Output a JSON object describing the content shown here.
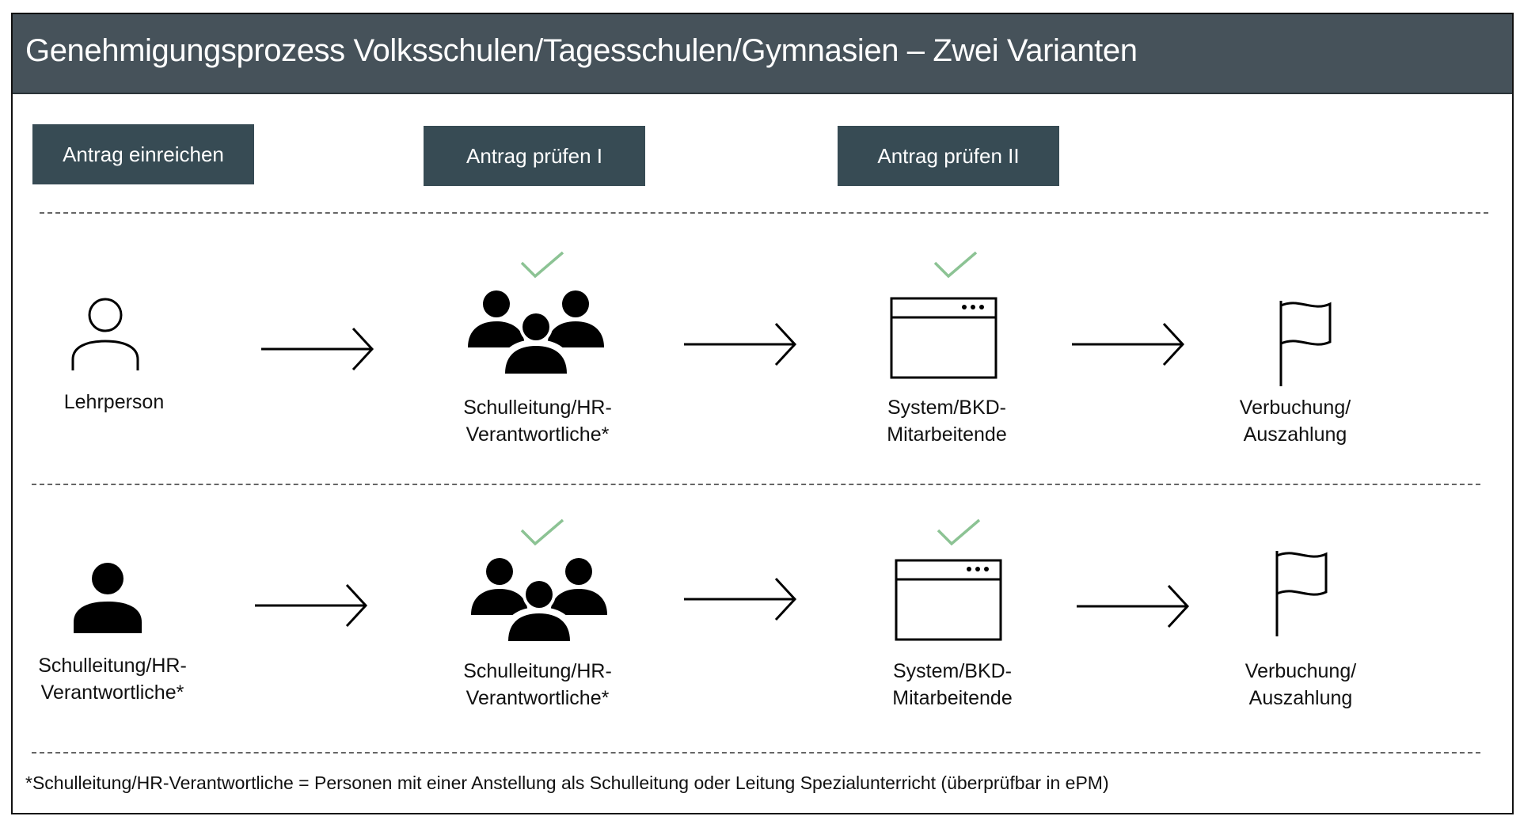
{
  "title": "Genehmigungsprozess Volksschulen/Tagesschulen/Gymnasien – Zwei Varianten",
  "phases": [
    {
      "label": "Antrag einreichen"
    },
    {
      "label": "Antrag prüfen I"
    },
    {
      "label": "Antrag prüfen II"
    }
  ],
  "rows": [
    {
      "nodes": [
        {
          "icon": "person-outline-icon",
          "line1": "Lehrperson",
          "line2": ""
        },
        {
          "icon": "group-icon",
          "check": true,
          "line1": "Schulleitung/HR-",
          "line2": "Verantwortliche*"
        },
        {
          "icon": "browser-window-icon",
          "check": true,
          "line1": "System/BKD-",
          "line2": "Mitarbeitende"
        },
        {
          "icon": "flag-icon",
          "line1": "Verbuchung/",
          "line2": "Auszahlung"
        }
      ]
    },
    {
      "nodes": [
        {
          "icon": "person-filled-icon",
          "line1": "Schulleitung/HR-",
          "line2": "Verantwortliche*"
        },
        {
          "icon": "group-icon",
          "check": true,
          "line1": "Schulleitung/HR-",
          "line2": "Verantwortliche*"
        },
        {
          "icon": "browser-window-icon",
          "check": true,
          "line1": "System/BKD-",
          "line2": "Mitarbeitende"
        },
        {
          "icon": "flag-icon",
          "line1": "Verbuchung/",
          "line2": "Auszahlung"
        }
      ]
    }
  ],
  "footnote": "*Schulleitung/HR-Verantwortliche = Personen mit einer Anstellung als Schulleitung oder Leitung Spezialunterricht (überprüfbar in ePM)",
  "colors": {
    "title_bar": "#46525a",
    "phase_box": "#374b54",
    "check": "#8cc394",
    "dashed_line": "#666666"
  }
}
